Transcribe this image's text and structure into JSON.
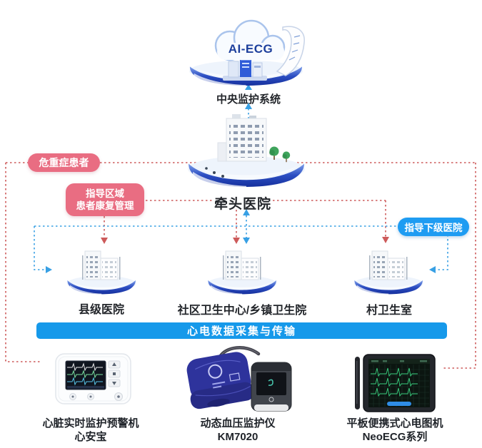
{
  "top": {
    "cloud_label": "AI-ECG",
    "system_label": "中央监护系统"
  },
  "hub": {
    "label": "牵头医院"
  },
  "badges": {
    "critical_patients": "危重症患者",
    "regional_guidance": [
      "指导区域",
      "患者康复管理"
    ],
    "guide_subordinate": "指导下级医院"
  },
  "facilities": [
    {
      "label": "县级医院"
    },
    {
      "label": "社区卫生中心/乡镇卫生院"
    },
    {
      "label": "村卫生室"
    }
  ],
  "banner": {
    "label": "心电数据采集与传输"
  },
  "devices": [
    {
      "line1": "心脏实时监护预警机",
      "line2": "心安宝"
    },
    {
      "line1": "动态血压监护仪",
      "line2": "KM7020"
    },
    {
      "line1": "平板便携式心电图机",
      "line2": "NeoECG系列"
    }
  ],
  "colors": {
    "flow_red": "#cd5a5a",
    "flow_blue": "#38a0e4",
    "badge_pink": "#e96d82",
    "badge_blue": "#1e9cf2",
    "banner_blue": "#1699ea",
    "platform_blue": "#2c4ec2"
  }
}
